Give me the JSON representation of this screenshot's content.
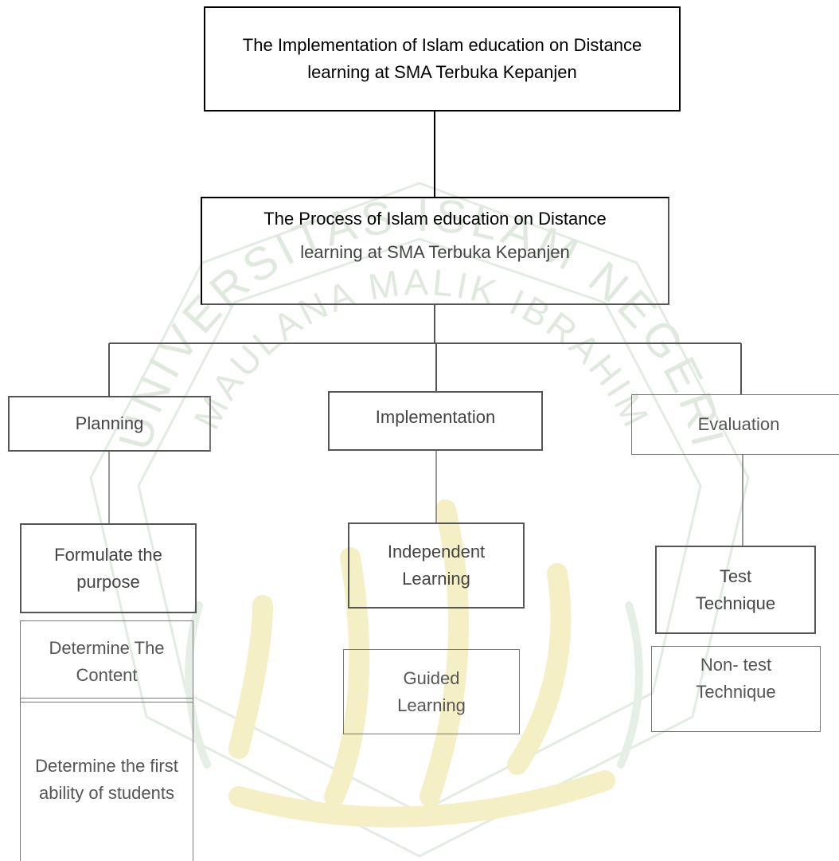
{
  "diagram": {
    "root": "The Implementation of Islam education on Distance learning at SMA Terbuka Kepanjen",
    "process": {
      "line1": "The Process of Islam education on Distance",
      "line2": "learning at SMA Terbuka Kepanjen"
    },
    "stages": [
      {
        "label": "Planning",
        "items": [
          "Formulate the purpose",
          "Determine The Content",
          "Determine the first ability of students"
        ]
      },
      {
        "label": "Implementation",
        "items": [
          "Independent Learning",
          "Guided Learning"
        ]
      },
      {
        "label": "Evaluation",
        "items": [
          "Test Technique",
          "Non- test Technique"
        ]
      }
    ]
  },
  "watermark": {
    "text": "UNIVERSITAS ISLAM NEGERI MAULANA MALIK IBRAHIM",
    "color": "#dbe8da"
  }
}
